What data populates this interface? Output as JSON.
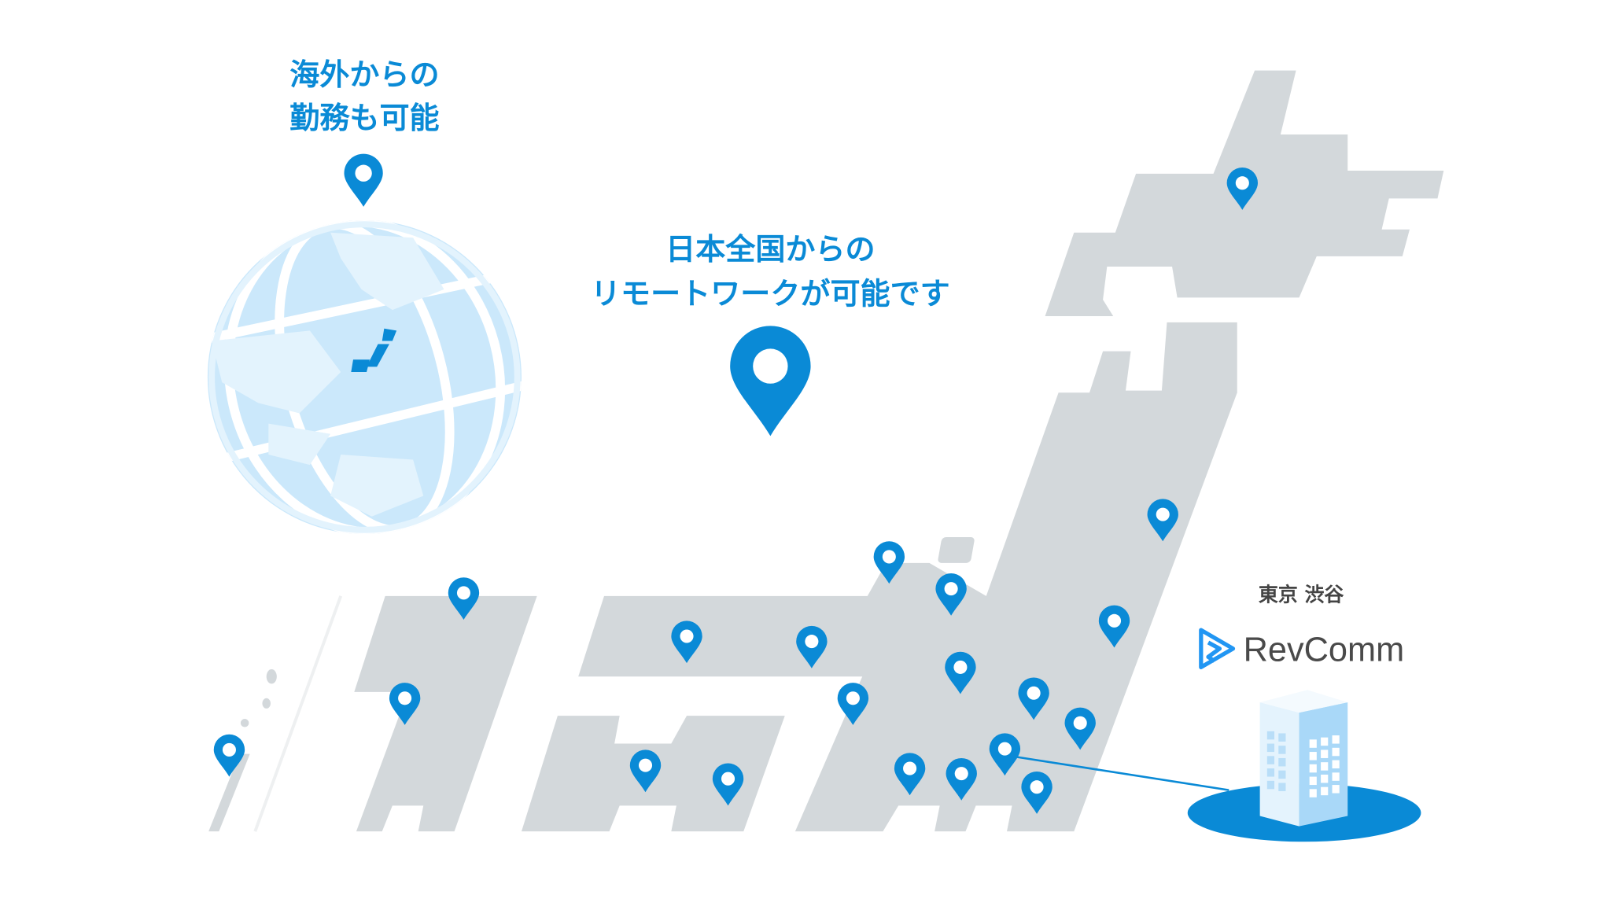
{
  "overseas_caption": {
    "line1": "海外からの",
    "line2": "勤務も可能"
  },
  "japan_caption": {
    "line1": "日本全国からの",
    "line2": "リモートワークが可能です"
  },
  "office": {
    "location": "東京 渋谷",
    "company": "RevComm"
  },
  "colors": {
    "accent": "#0a8ad6",
    "map_gray": "#d3d8db",
    "globe": "#cbe8fb",
    "text_dark": "#4a4a4a"
  },
  "icons": [
    "location-pin-icon",
    "globe-icon",
    "building-icon",
    "revcomm-logo-icon"
  ]
}
